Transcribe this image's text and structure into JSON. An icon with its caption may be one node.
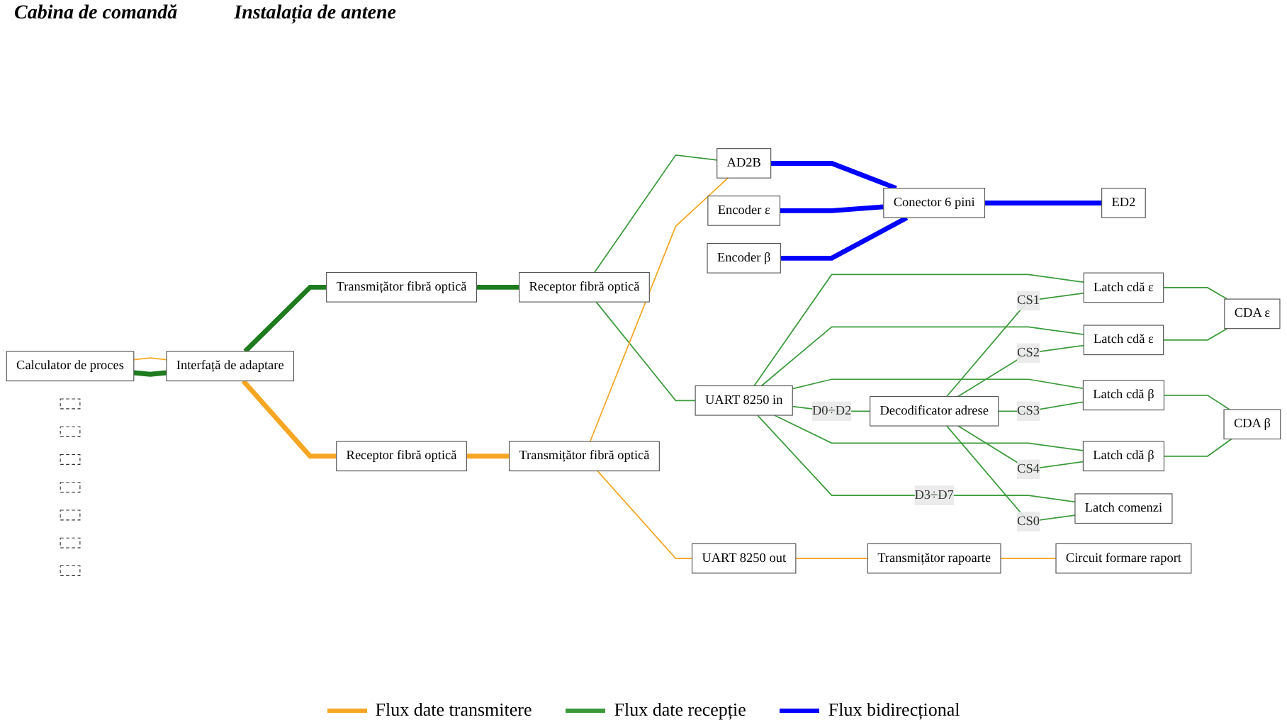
{
  "diagram": {
    "nodes": [
      {
        "text": [
          "Calculator de proces"
        ]
      },
      {
        "text": [
          "Interfață de adaptare"
        ]
      },
      {
        "text": [
          "Transmițător fibră optică"
        ]
      },
      {
        "text": [
          "Receptor fibră optică"
        ]
      },
      {
        "text": [
          "Receptor fibră optică"
        ]
      },
      {
        "text": [
          "Transmițător fibră optică"
        ]
      },
      {
        "text": [
          "UART 8250 in"
        ]
      },
      {
        "text": [
          "UART 8250 out"
        ]
      },
      {
        "text": [
          "AD2B"
        ]
      },
      {
        "text": [
          "Encoder ε"
        ]
      },
      {
        "text": [
          "Encoder β"
        ]
      },
      {
        "text": [
          "Conector 6 pini"
        ]
      },
      {
        "text": [
          "ED2"
        ]
      },
      {
        "text": [
          "Decodificator adrese"
        ]
      },
      {
        "text": [
          "Latch cdă ε"
        ]
      },
      {
        "text": [
          "Latch cdă ε"
        ]
      },
      {
        "text": [
          "CDA ε"
        ]
      },
      {
        "text": [
          "Latch cdă β"
        ]
      },
      {
        "text": [
          "Latch cdă β"
        ]
      },
      {
        "text": [
          "CDA β"
        ]
      },
      {
        "text": [
          "Transmițător rapoarte"
        ]
      },
      {
        "text": [],
        "shape": "box"
      },
      {
        "text": [],
        "shape": "box"
      },
      {
        "text": [],
        "shape": "box"
      },
      {
        "text": [],
        "shape": "box"
      },
      {
        "text": [],
        "shape": "box"
      },
      {
        "text": [],
        "shape": "box"
      },
      {
        "text": [],
        "shape": "box"
      },
      {
        "text": [
          "Circuit formare raport"
        ]
      },
      {
        "text": [
          "Latch comenzi"
        ]
      }
    ],
    "edges": [
      {
        "from": 0,
        "to": 1,
        "arrow": "none",
        "color": "#f5a623"
      },
      {
        "from": 0,
        "to": 1,
        "arrow": "none",
        "style": "thick",
        "color": "#1e7b1e"
      },
      {
        "from": 1,
        "to": 2,
        "arrow": "none",
        "style": "thick",
        "color": "#1e7b1e"
      },
      {
        "from": 1,
        "to": 3,
        "arrow": "none",
        "style": "thick",
        "color": "#f5a623"
      },
      {
        "from": 2,
        "to": 4,
        "arrow": "none",
        "style": "thick",
        "color": "#1e7b1e"
      },
      {
        "from": 3,
        "to": 5,
        "arrow": "none",
        "style": "thick",
        "color": "#f5a623"
      },
      {
        "from": 4,
        "to": 8,
        "arrow": "none"
      },
      {
        "from": 4,
        "to": 6,
        "arrow": "none"
      },
      {
        "from": 5,
        "to": 8,
        "arrow": "none",
        "color": "#f5a623"
      },
      {
        "from": 5,
        "to": 7,
        "arrow": "none",
        "color": "#f5a623"
      },
      {
        "from": 8,
        "to": 11,
        "arrow": "none",
        "style": "thick",
        "color": "#0000ff"
      },
      {
        "from": 9,
        "to": 11,
        "arrow": "none",
        "style": "thick",
        "color": "#0000ff"
      },
      {
        "from": 10,
        "to": 11,
        "arrow": "none",
        "style": "thick",
        "color": "#0000ff"
      },
      {
        "from": 11,
        "to": 12,
        "arrow": "none",
        "style": "thick",
        "color": "#0000ff"
      },
      {
        "from": 6,
        "to": 13,
        "label": "D0÷D2",
        "arrow": "none"
      },
      {
        "from": 6,
        "to": 29,
        "label": "D3÷D7",
        "arrow": "none"
      },
      {
        "from": 6,
        "to": 14,
        "arrow": "none"
      },
      {
        "from": 6,
        "to": 15,
        "arrow": "none"
      },
      {
        "from": 6,
        "to": 17,
        "arrow": "none"
      },
      {
        "from": 6,
        "to": 18,
        "arrow": "none"
      },
      {
        "from": 13,
        "to": 14,
        "label": "CS1",
        "arrow": "none"
      },
      {
        "from": 13,
        "to": 15,
        "label": "CS2",
        "arrow": "none"
      },
      {
        "from": 13,
        "to": 17,
        "label": "CS3",
        "arrow": "none"
      },
      {
        "from": 13,
        "to": 18,
        "label": "CS4",
        "arrow": "none"
      },
      {
        "from": 13,
        "to": 29,
        "label": "CS0",
        "arrow": "none"
      },
      {
        "from": 14,
        "to": 16,
        "arrow": "none"
      },
      {
        "from": 15,
        "to": 16,
        "arrow": "none"
      },
      {
        "from": 17,
        "to": 19,
        "arrow": "none"
      },
      {
        "from": 18,
        "to": 19,
        "arrow": "none"
      },
      {
        "from": 7,
        "to": 20,
        "arrow": "none",
        "color": "#f5a623"
      },
      {
        "from": 20,
        "to": 28,
        "arrow": "none",
        "color": "#f5a623"
      }
    ],
    "labels": [
      "Cabina de comandă",
      "Instalația de antene"
    ],
    "legend": [
      {
        "text": "Flux date transmitere"
      },
      {
        "text": "Flux date recepție"
      },
      {
        "text": "Flux bidirecțional"
      }
    ]
  }
}
